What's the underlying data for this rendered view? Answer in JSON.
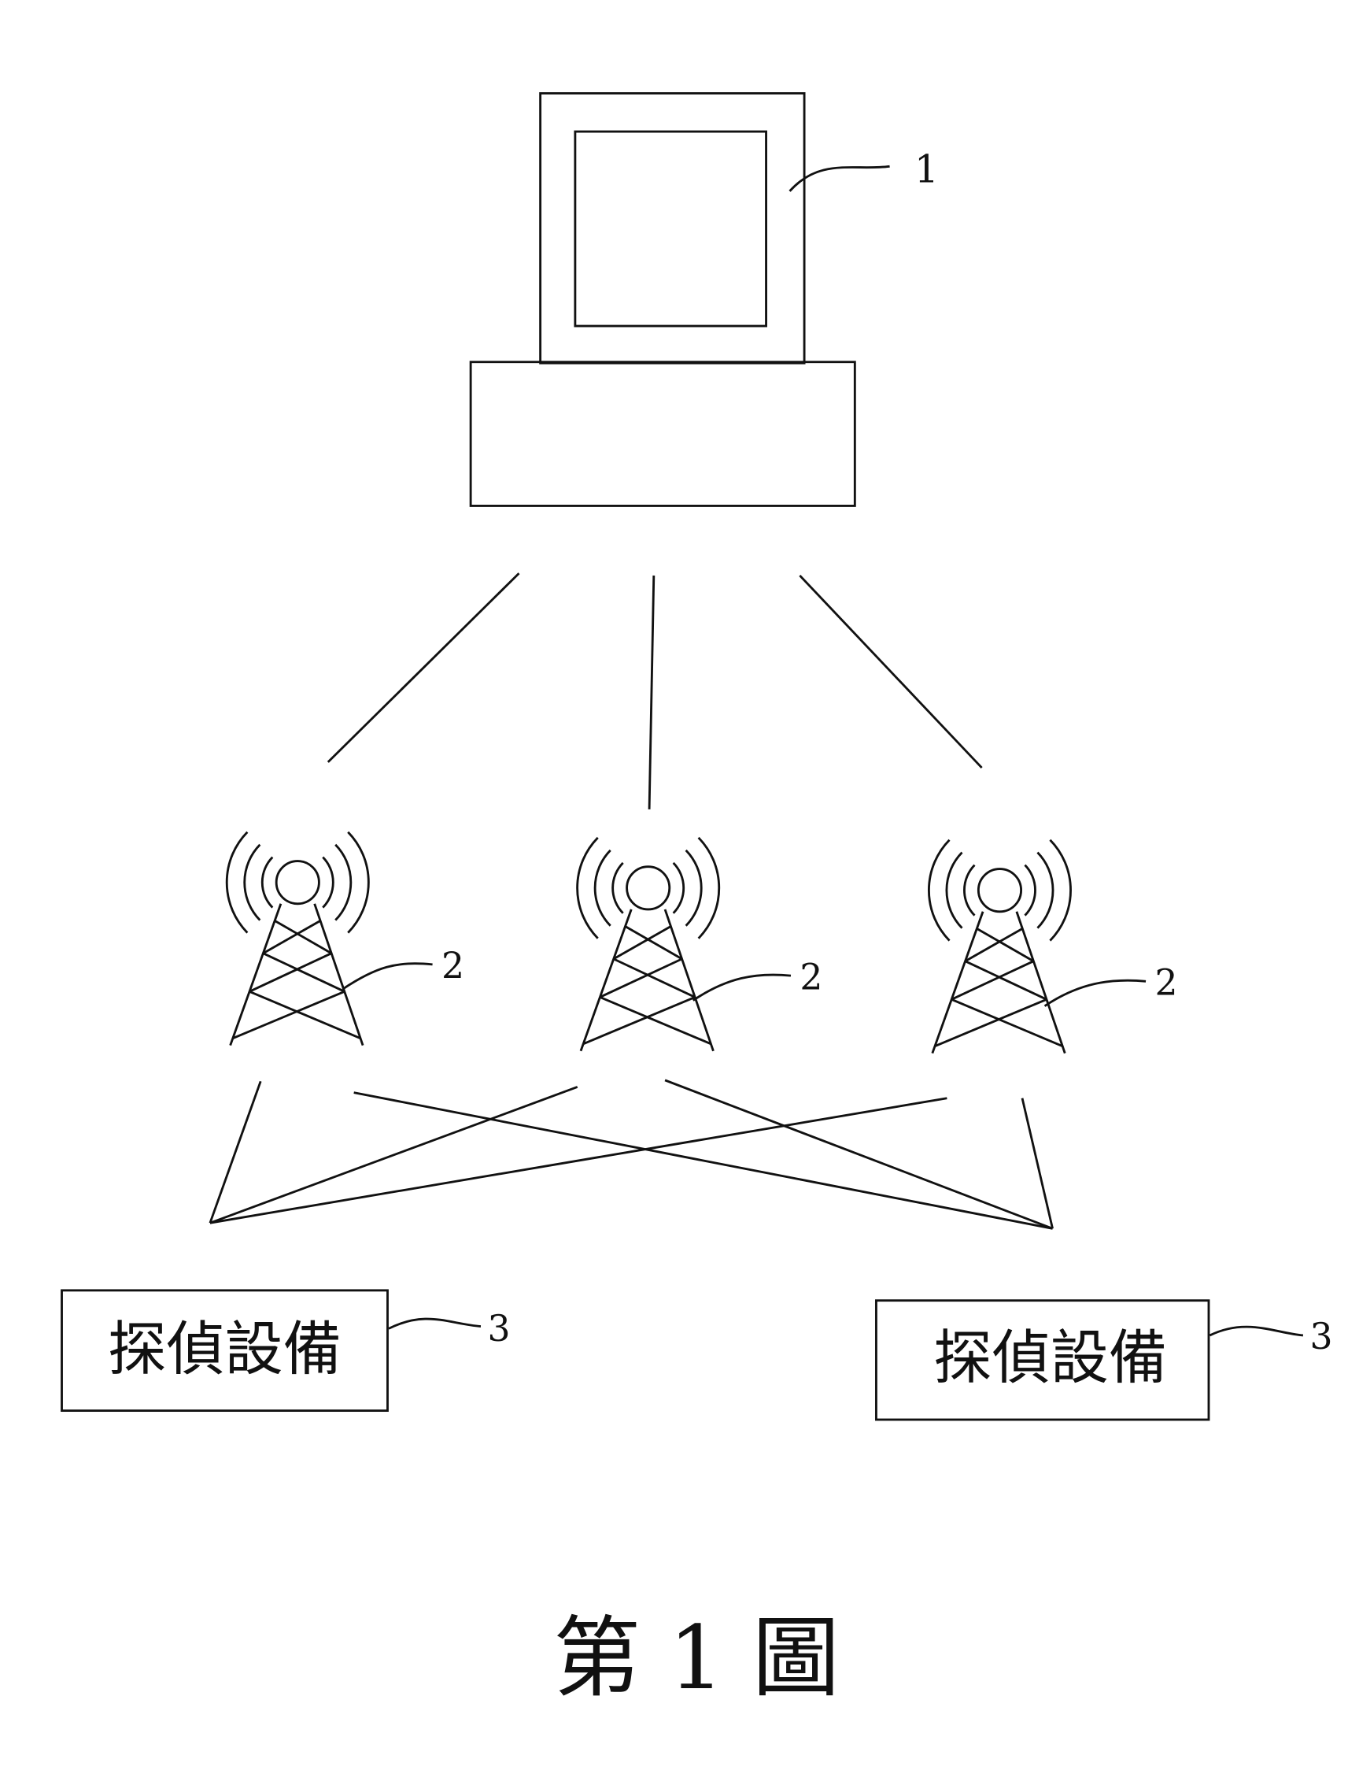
{
  "computer": {
    "ref": "1"
  },
  "towers": [
    {
      "ref": "2"
    },
    {
      "ref": "2"
    },
    {
      "ref": "2"
    }
  ],
  "devices": [
    {
      "label": "探偵設備",
      "ref": "3"
    },
    {
      "label": "探偵設備",
      "ref": "3"
    }
  ],
  "caption": "第 1 圖"
}
